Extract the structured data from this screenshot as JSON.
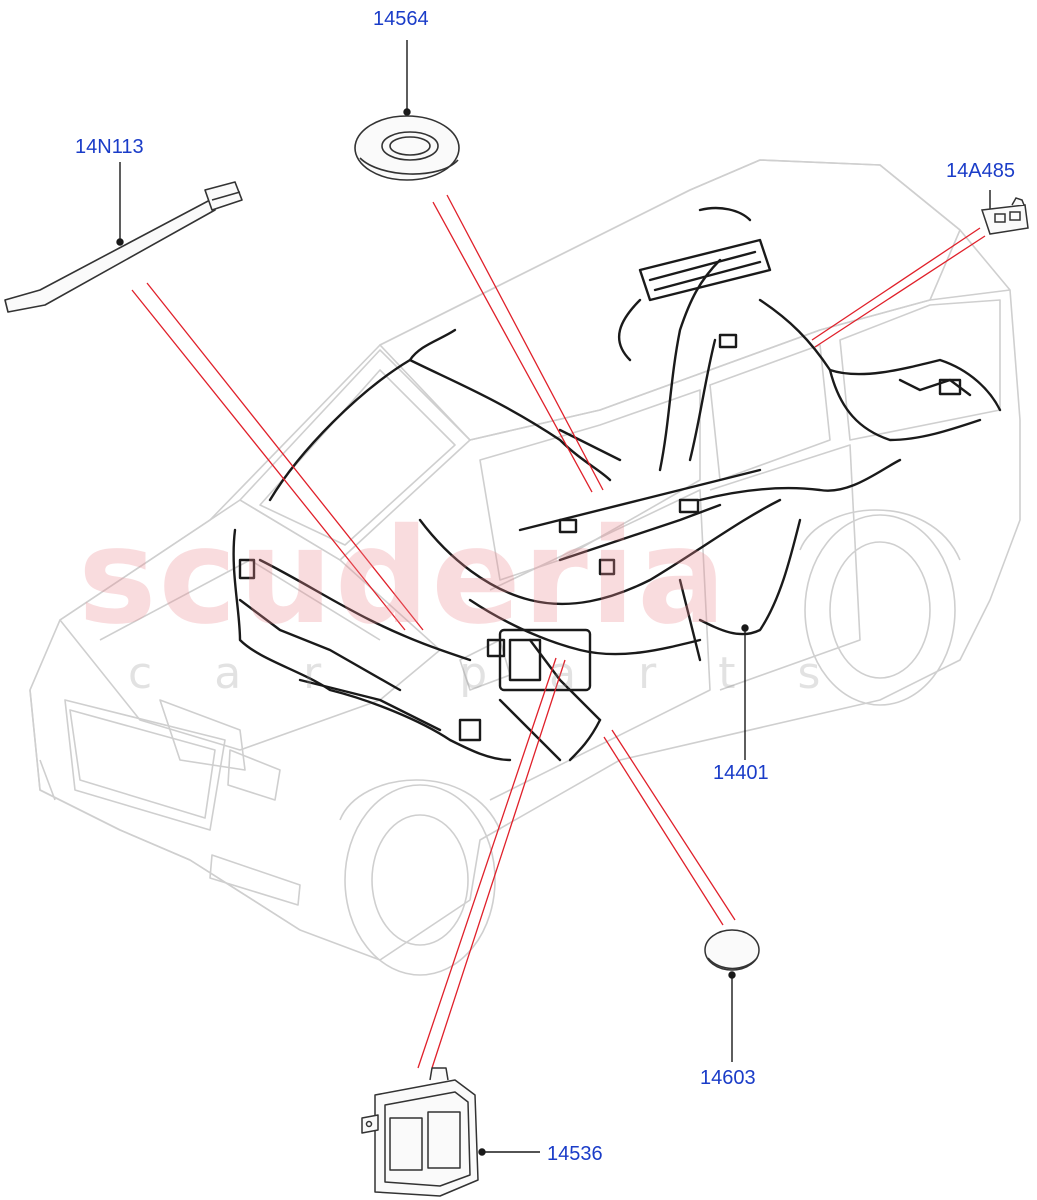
{
  "watermark": {
    "brand": "scuderia",
    "subtitle": "car parts"
  },
  "callouts": [
    {
      "id": "c1",
      "label": "14564"
    },
    {
      "id": "c2",
      "label": "14N113"
    },
    {
      "id": "c3",
      "label": "14A485"
    },
    {
      "id": "c4",
      "label": "14401"
    },
    {
      "id": "c5",
      "label": "14603"
    },
    {
      "id": "c6",
      "label": "14536"
    }
  ],
  "colors": {
    "callout_text": "#1a3cc8",
    "leader_red": "#e0202a",
    "outline": "#cfcfcf",
    "harness": "#1a1a1a"
  }
}
